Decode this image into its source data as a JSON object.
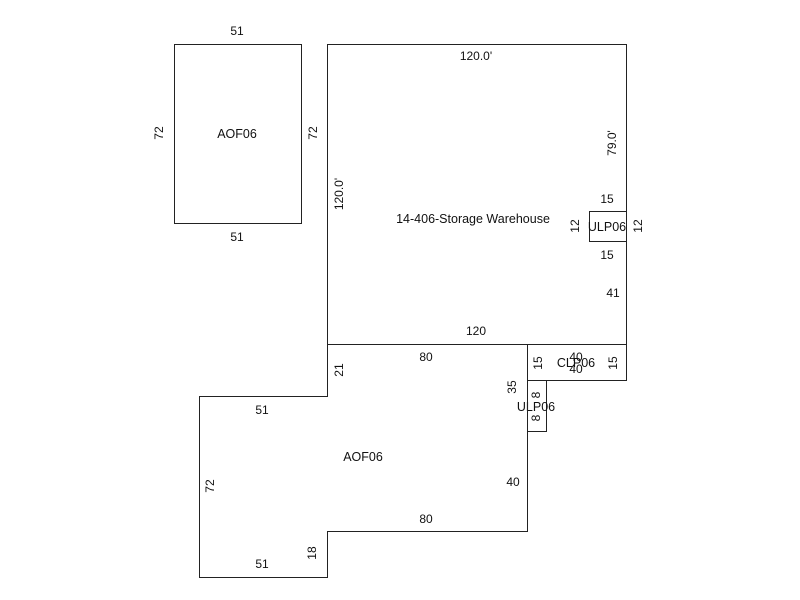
{
  "colors": {
    "background": "#ffffff",
    "line": "#222222",
    "text": "#111111"
  },
  "areas": {
    "aof06_top": {
      "label": "AOF06",
      "dims": [
        "51",
        "72",
        "72",
        "51"
      ]
    },
    "warehouse": {
      "label": "14-406-Storage Warehouse",
      "dims": [
        "120.0'",
        "120.0'",
        "79.0'",
        "41",
        "120"
      ]
    },
    "ulp06_right": {
      "label": "ULP06",
      "dims": [
        "15",
        "12",
        "12",
        "15"
      ]
    },
    "clp06": {
      "label": "CLP06",
      "dims": [
        "15",
        "40",
        "40",
        "15"
      ]
    },
    "ulp06_small": {
      "label": "ULP06",
      "dims": [
        "35",
        "8",
        "8"
      ]
    },
    "aof06_bottom": {
      "label": "AOF06",
      "dims": [
        "80",
        "21",
        "51",
        "72",
        "40",
        "80",
        "18",
        "51"
      ]
    }
  }
}
